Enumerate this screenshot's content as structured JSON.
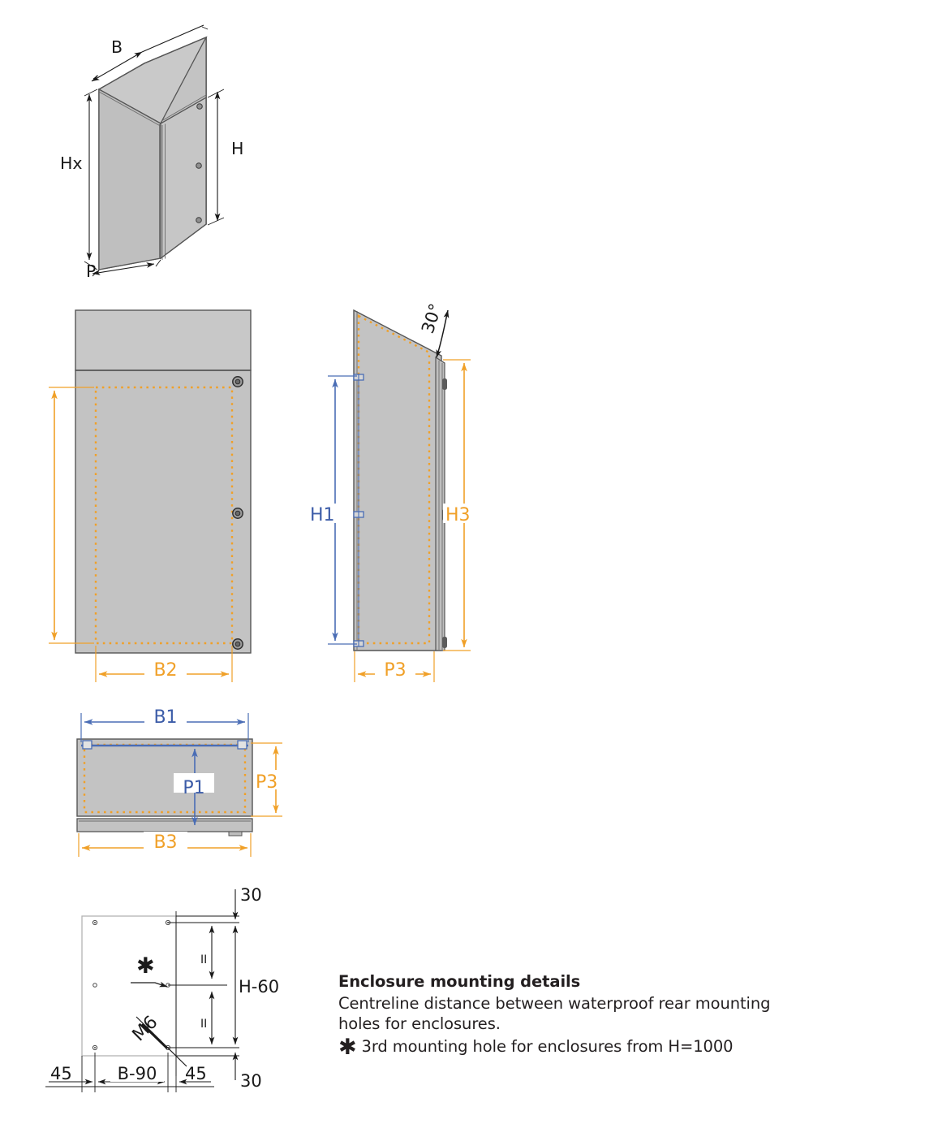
{
  "drawing": {
    "title": "Enclosure technical drawing — sloped roof enclosure",
    "colors": {
      "body_fill": "#c3c3c3",
      "outline": "#555555",
      "dimension_black": "#1a1a1a",
      "dimension_orange": "#f0a028",
      "dimension_blue": "#3c5ca8",
      "hidden_line_orange": "#f0a028"
    }
  },
  "views": {
    "isometric": {
      "name": "isometric-view",
      "labels": {
        "width": "B",
        "height_front": "H",
        "height_overall": "Hx",
        "depth": "P"
      }
    },
    "front": {
      "name": "front-view",
      "labels": {
        "width_inner": "B2"
      }
    },
    "side": {
      "name": "side-view",
      "labels": {
        "height_inner": "H1",
        "height_outer": "H3",
        "depth_inner": "P3",
        "roof_angle": "30°"
      }
    },
    "plan": {
      "name": "plan-view",
      "labels": {
        "width_outer": "B1",
        "depth_inner": "P1",
        "depth_outer": "P3",
        "width_base": "B3"
      }
    },
    "mounting": {
      "name": "mounting-detail-view",
      "labels": {
        "top_offset": "30",
        "bottom_offset": "30",
        "vertical_span": "H-60",
        "left_offset": "45",
        "right_offset": "45",
        "horizontal_span": "B-90",
        "thread": "M6",
        "equal_mark_upper": "II",
        "equal_mark_lower": "II",
        "asterisk": "✱"
      }
    }
  },
  "notes": {
    "heading": "Enclosure mounting details",
    "line1": "Centreline distance between waterproof rear mounting",
    "line2": "holes for enclosures.",
    "footnote_marker": "✱",
    "footnote_text": "3rd mounting hole for enclosures from H=1000"
  }
}
